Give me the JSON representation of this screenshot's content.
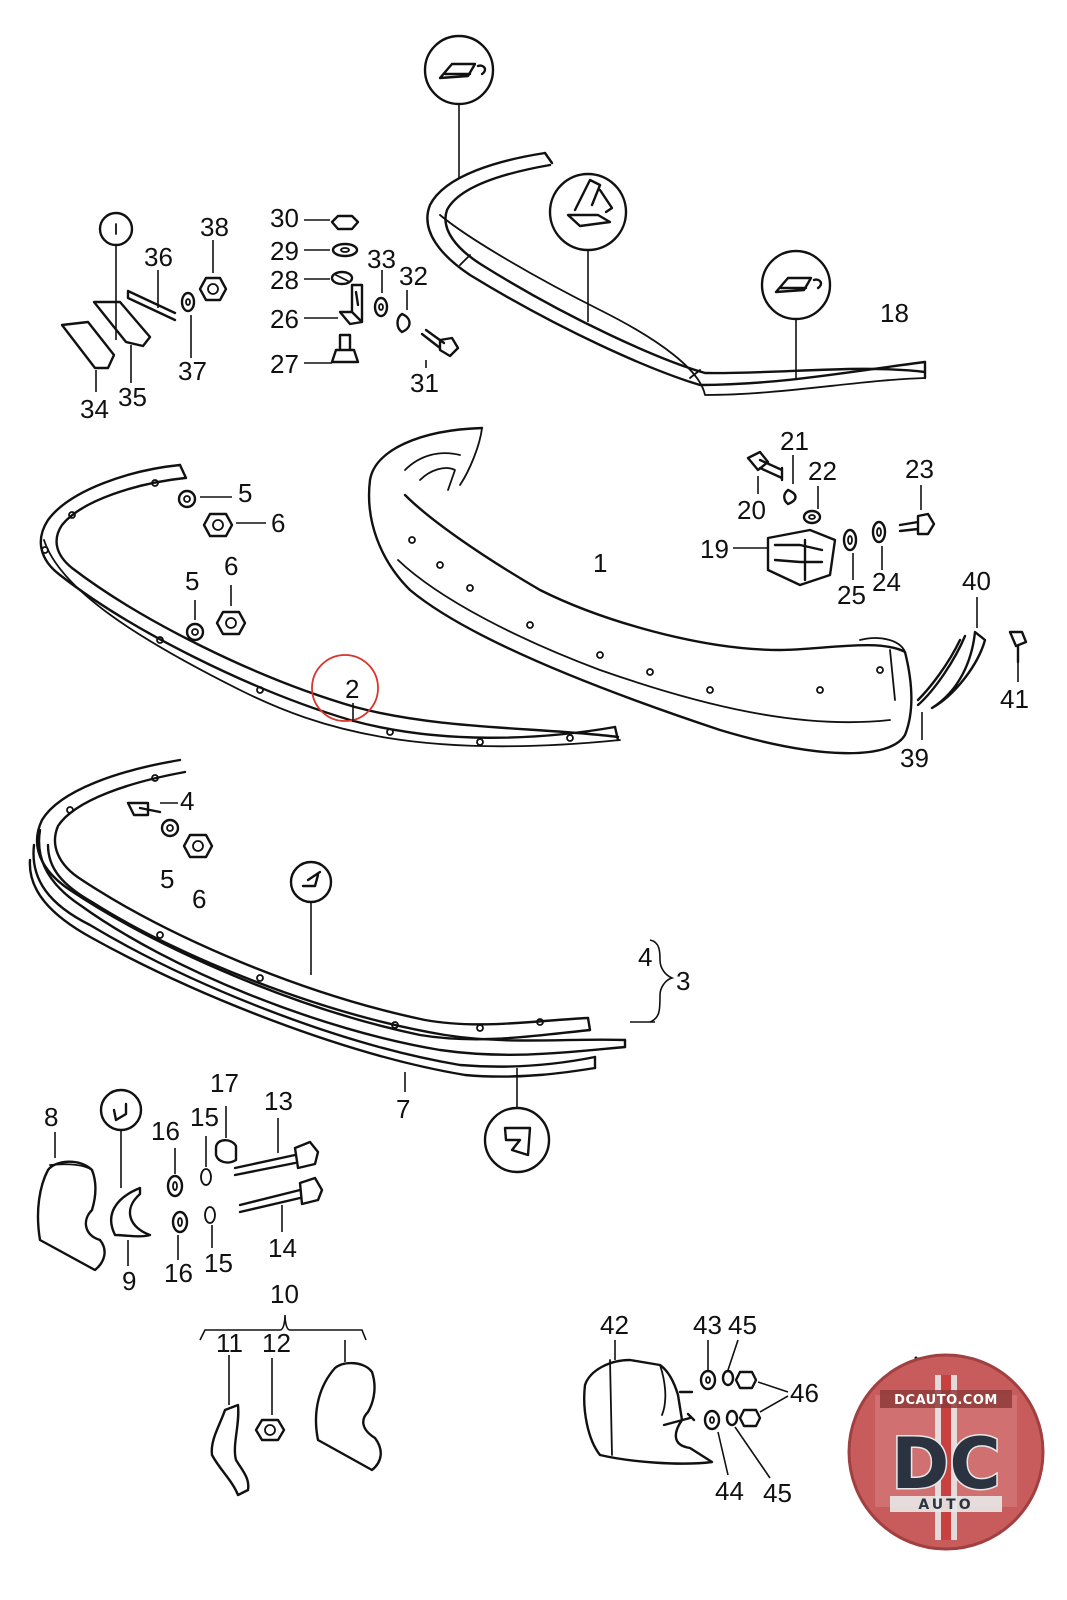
{
  "labels": {
    "l1": "1",
    "l2": "2",
    "l3": "3",
    "l4a": "4",
    "l4b": "4",
    "l5a": "5",
    "l5b": "5",
    "l5c": "5",
    "l6a": "6",
    "l6b": "6",
    "l6c": "6",
    "l7": "7",
    "l8": "8",
    "l9": "9",
    "l10": "10",
    "l11": "11",
    "l12": "12",
    "l13": "13",
    "l14": "14",
    "l15a": "15",
    "l15b": "15",
    "l16a": "16",
    "l16b": "16",
    "l17": "17",
    "l18": "18",
    "l19": "19",
    "l20": "20",
    "l21": "21",
    "l22": "22",
    "l23": "23",
    "l24": "24",
    "l25": "25",
    "l26": "26",
    "l27": "27",
    "l28": "28",
    "l29": "29",
    "l30": "30",
    "l31": "31",
    "l32": "32",
    "l33": "33",
    "l34": "34",
    "l35": "35",
    "l36": "36",
    "l37": "37",
    "l38": "38",
    "l39": "39",
    "l40": "40",
    "l41": "41",
    "l42": "42",
    "l43": "43",
    "l44": "44",
    "l45a": "45",
    "l45b": "45",
    "l46": "46"
  },
  "logo": {
    "top_text": "DCAUTO.COM",
    "main_text": "DC",
    "sub_text": "AUTO"
  },
  "colors": {
    "ink": "#111111",
    "highlight_circle": "#d9342b",
    "logo_red": "#b84646",
    "logo_dark": "#2b3340",
    "logo_light": "#e8e8e8"
  }
}
